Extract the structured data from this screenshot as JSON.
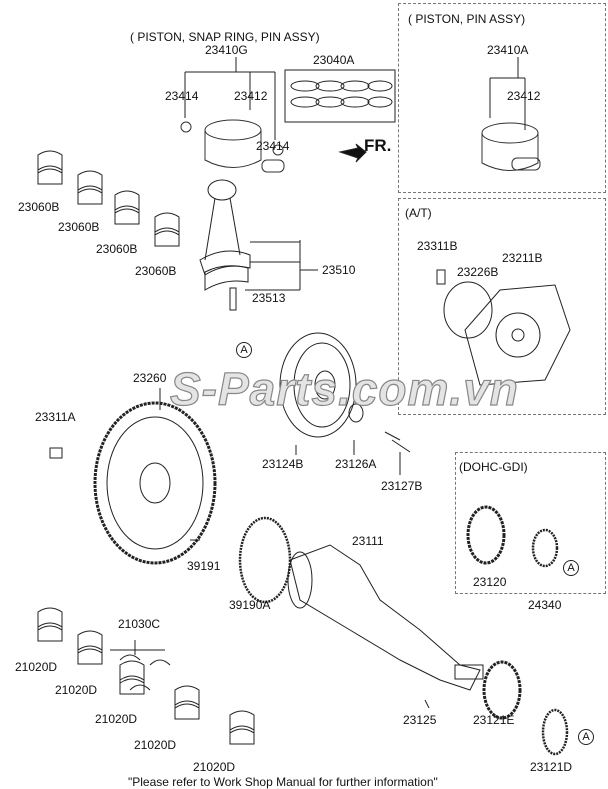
{
  "groups": {
    "piston_snap_ring_pin_assy": "( PISTON, SNAP RING, PIN ASSY)",
    "piston_pin_assy": "( PISTON, PIN ASSY)",
    "at": "(A/T)",
    "dohc_gdi": "(DOHC-GDI)"
  },
  "direction": "FR.",
  "ref_marker": "A",
  "watermark": "S-Parts.com.vn",
  "note": "\"Please refer to Work Shop Manual for further information\"",
  "parts": {
    "p23410G": "23410G",
    "p23040A": "23040A",
    "p23414": "23414",
    "p23412": "23412",
    "p23410A": "23410A",
    "p23311B": "23311B",
    "p23226B": "23226B",
    "p23211B": "23211B",
    "p23060B": "23060B",
    "p23510": "23510",
    "p23513": "23513",
    "p23260": "23260",
    "p23311A": "23311A",
    "p23124B": "23124B",
    "p23126A": "23126A",
    "p23127B": "23127B",
    "p23120": "23120",
    "p24340": "24340",
    "p23111": "23111",
    "p39191": "39191",
    "p39190A": "39190A",
    "p21030C": "21030C",
    "p21020D": "21020D",
    "p23125": "23125",
    "p23121E": "23121E",
    "p23121D": "23121D"
  }
}
